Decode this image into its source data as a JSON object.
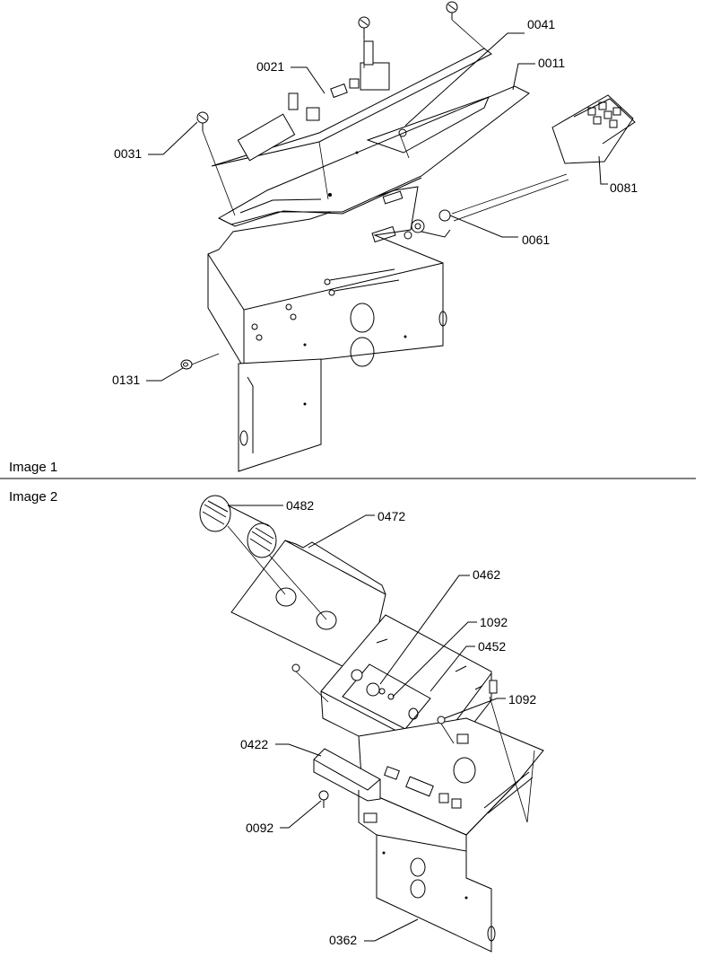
{
  "image1": {
    "caption": "Image 1",
    "callouts": {
      "c0041": "0041",
      "c0011": "0011",
      "c0021": "0021",
      "c0031": "0031",
      "c0081": "0081",
      "c0061": "0061",
      "c0131": "0131"
    }
  },
  "image2": {
    "caption": "Image 2",
    "callouts": {
      "c0482": "0482",
      "c0472": "0472",
      "c0462": "0462",
      "c1092a": "1092",
      "c0452": "0452",
      "c1092b": "1092",
      "c0422": "0422",
      "c0092": "0092",
      "c0362": "0362"
    }
  }
}
